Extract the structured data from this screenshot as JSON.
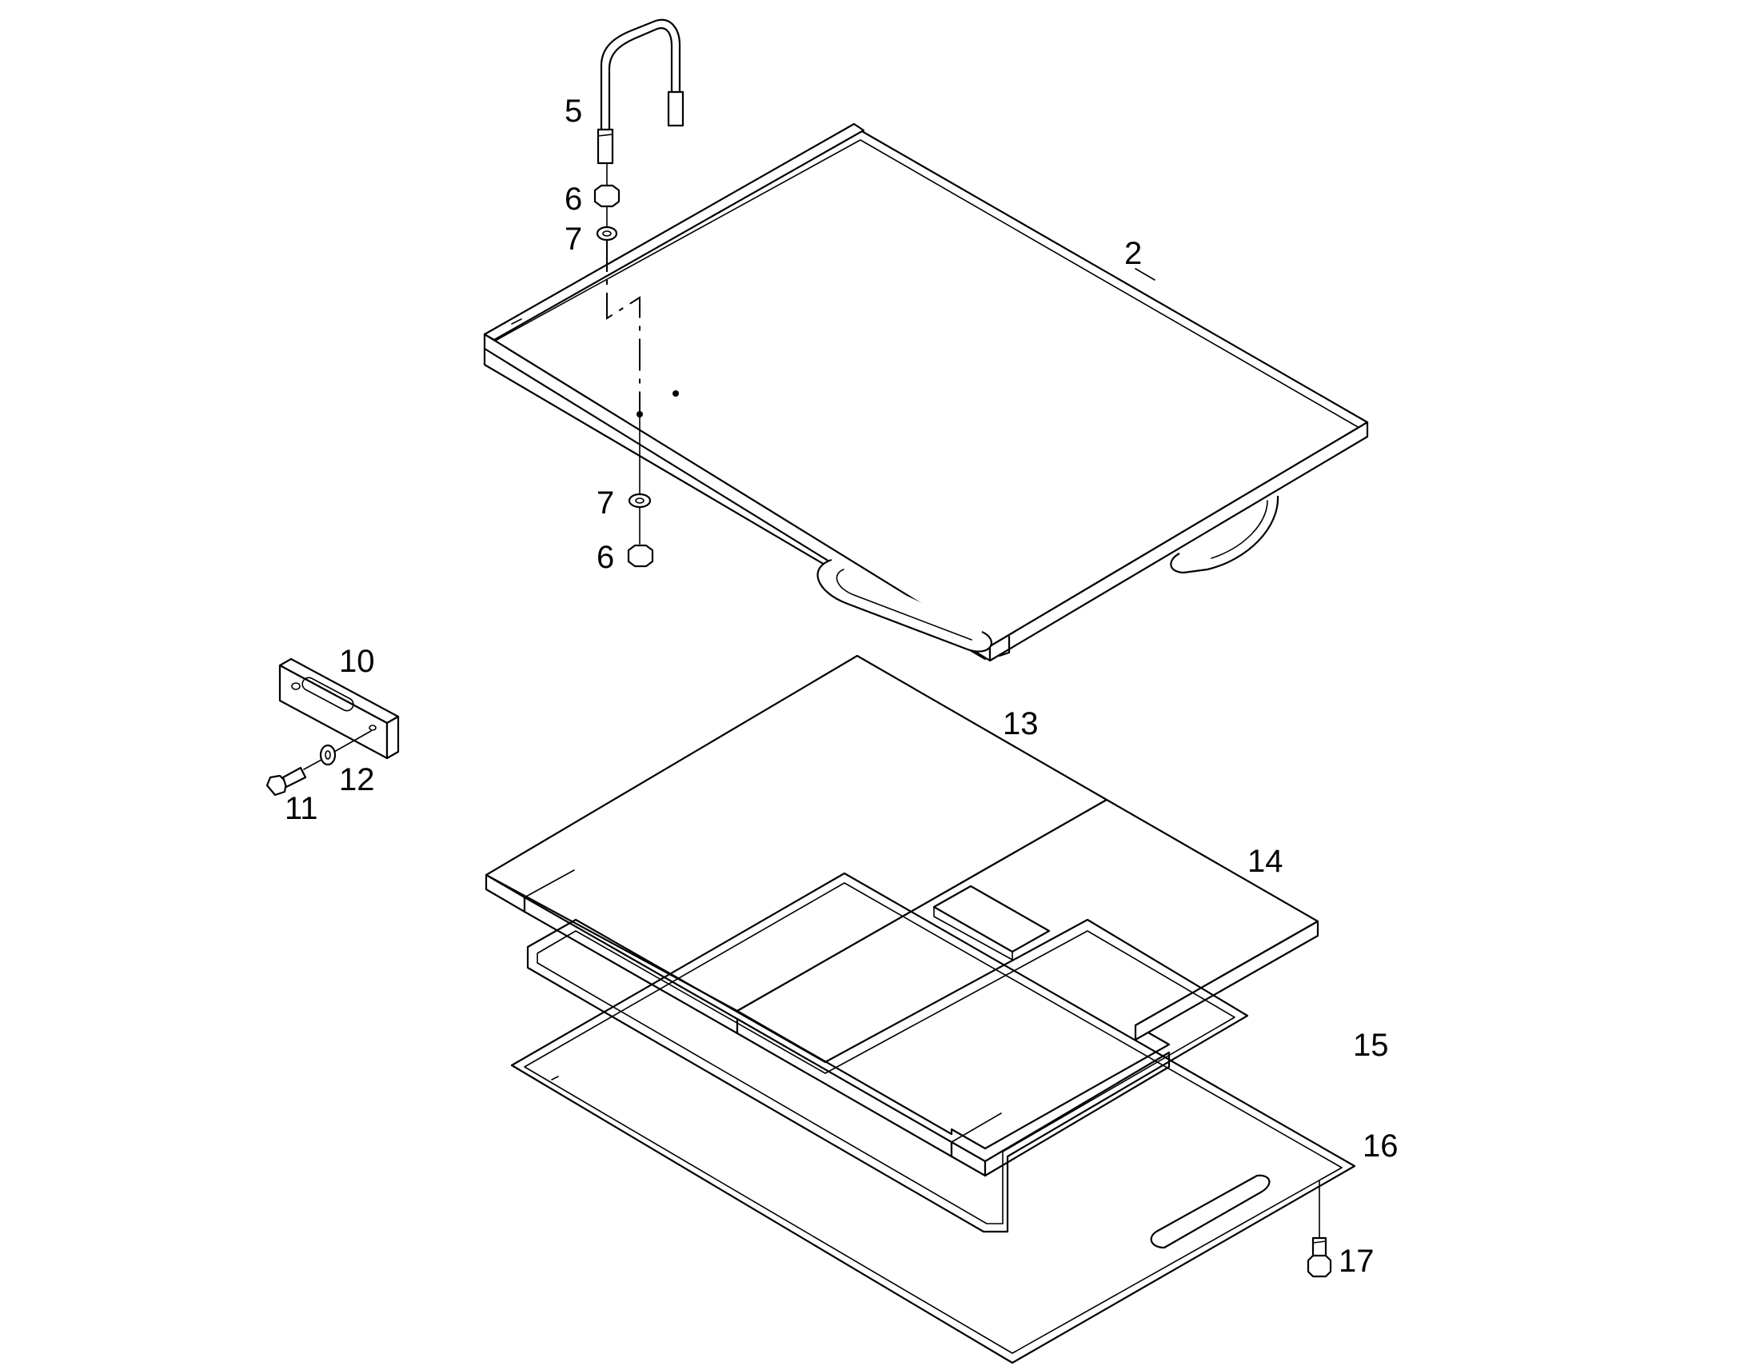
{
  "diagram": {
    "callouts": {
      "c2": "2",
      "c5": "5",
      "c6a": "6",
      "c7a": "7",
      "c7b": "7",
      "c6b": "6",
      "c10": "10",
      "c11": "11",
      "c12": "12",
      "c13": "13",
      "c14": "14",
      "c15": "15",
      "c16": "16",
      "c17": "17"
    }
  }
}
